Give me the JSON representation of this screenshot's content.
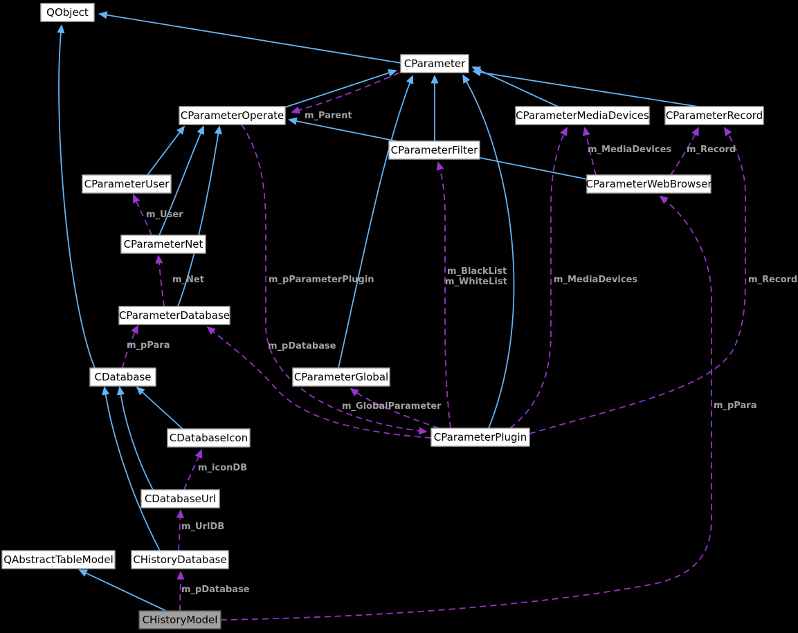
{
  "diagram_type": "class-collaboration-graph",
  "colors": {
    "background": "#000000",
    "inheritance_edge": "#63b4f6",
    "usage_edge": "#9a32cd",
    "edge_label_text": "#a0a0a0",
    "node_fill": "#ffffff",
    "node_border": "#a8a8a8",
    "node_text": "#000000",
    "highlight_node_fill": "#a0a0a0",
    "highlight_node_border": "#565656"
  },
  "nodes": [
    {
      "id": "qobject",
      "label": "QObject"
    },
    {
      "id": "cparameter",
      "label": "CParameter"
    },
    {
      "id": "cparameteroperate",
      "label": "CParameterOperate"
    },
    {
      "id": "cparametermediadevices",
      "label": "CParameterMediaDevices"
    },
    {
      "id": "cparameterrecord",
      "label": "CParameterRecord"
    },
    {
      "id": "cparameterfilter",
      "label": "CParameterFilter"
    },
    {
      "id": "cparameteruser",
      "label": "CParameterUser"
    },
    {
      "id": "cparameterwebbrowser",
      "label": "CParameterWebBrowser"
    },
    {
      "id": "cparameternet",
      "label": "CParameterNet"
    },
    {
      "id": "cparameterdatabase",
      "label": "CParameterDatabase"
    },
    {
      "id": "cdatabase",
      "label": "CDatabase"
    },
    {
      "id": "cparameterglobal",
      "label": "CParameterGlobal"
    },
    {
      "id": "cdatabaseicon",
      "label": "CDatabaseIcon"
    },
    {
      "id": "cparameterplugin",
      "label": "CParameterPlugin"
    },
    {
      "id": "cdatabaseurl",
      "label": "CDatabaseUrl"
    },
    {
      "id": "qabstracttablemodel",
      "label": "QAbstractTableModel"
    },
    {
      "id": "chistorydatabase",
      "label": "CHistoryDatabase"
    },
    {
      "id": "chistorymodel",
      "label": "CHistoryModel",
      "highlighted": true
    }
  ],
  "edge_labels": [
    {
      "text": "m_Parent"
    },
    {
      "text": "m_MediaDevices"
    },
    {
      "text": "m_Record"
    },
    {
      "text": "m_User"
    },
    {
      "text": "m_Net"
    },
    {
      "text": "m_pParameterPlugin"
    },
    {
      "text": "m_BlackList"
    },
    {
      "text": "m_WhiteList"
    },
    {
      "text": "m_MediaDevices"
    },
    {
      "text": "m_Record"
    },
    {
      "text": "m_pPara"
    },
    {
      "text": "m_pDatabase"
    },
    {
      "text": "m_GlobalParameter"
    },
    {
      "text": "m_pPara"
    },
    {
      "text": "m_iconDB"
    },
    {
      "text": "m_UrlDB"
    },
    {
      "text": "m_pDatabase"
    }
  ],
  "edges": [
    {
      "from": "CParameter",
      "to": "QObject",
      "type": "inheritance"
    },
    {
      "from": "CDatabase",
      "to": "QObject",
      "type": "inheritance"
    },
    {
      "from": "CParameterOperate",
      "to": "CParameter",
      "type": "inheritance"
    },
    {
      "from": "CParameterFilter",
      "to": "CParameter",
      "type": "inheritance"
    },
    {
      "from": "CParameterGlobal",
      "to": "CParameter",
      "type": "inheritance"
    },
    {
      "from": "CParameterPlugin",
      "to": "CParameter",
      "type": "inheritance"
    },
    {
      "from": "CParameterMediaDevices",
      "to": "CParameter",
      "type": "inheritance"
    },
    {
      "from": "CParameterRecord",
      "to": "CParameter",
      "type": "inheritance"
    },
    {
      "from": "CParameterUser",
      "to": "CParameterOperate",
      "type": "inheritance"
    },
    {
      "from": "CParameterNet",
      "to": "CParameterOperate",
      "type": "inheritance"
    },
    {
      "from": "CParameterDatabase",
      "to": "CParameterOperate",
      "type": "inheritance"
    },
    {
      "from": "CParameterWebBrowser",
      "to": "CParameterOperate",
      "type": "inheritance"
    },
    {
      "from": "CDatabaseIcon",
      "to": "CDatabase",
      "type": "inheritance"
    },
    {
      "from": "CDatabaseUrl",
      "to": "CDatabase",
      "type": "inheritance"
    },
    {
      "from": "CHistoryDatabase",
      "to": "CDatabase",
      "type": "inheritance"
    },
    {
      "from": "CHistoryModel",
      "to": "QAbstractTableModel",
      "type": "inheritance"
    },
    {
      "from": "CParameter",
      "to": "CParameterOperate",
      "type": "usage",
      "label": "m_Parent"
    },
    {
      "from": "CParameterNet",
      "to": "CParameterUser",
      "type": "usage",
      "label": "m_User"
    },
    {
      "from": "CParameterDatabase",
      "to": "CParameterNet",
      "type": "usage",
      "label": "m_Net"
    },
    {
      "from": "CDatabase",
      "to": "CParameterDatabase",
      "type": "usage",
      "label": "m_pPara"
    },
    {
      "from": "CParameterOperate",
      "to": "CParameterPlugin",
      "type": "usage",
      "label": "m_pParameterPlugin"
    },
    {
      "from": "CParameterPlugin",
      "to": "CParameterDatabase",
      "type": "usage",
      "label": "m_pDatabase"
    },
    {
      "from": "CParameterPlugin",
      "to": "CParameterGlobal",
      "type": "usage",
      "label": "m_GlobalParameter"
    },
    {
      "from": "CParameterPlugin",
      "to": "CParameterFilter",
      "type": "usage",
      "label": "m_BlackList m_WhiteList"
    },
    {
      "from": "CParameterPlugin",
      "to": "CParameterMediaDevices",
      "type": "usage",
      "label": "m_MediaDevices"
    },
    {
      "from": "CParameterWebBrowser",
      "to": "CParameterMediaDevices",
      "type": "usage",
      "label": "m_MediaDevices"
    },
    {
      "from": "CParameterWebBrowser",
      "to": "CParameterRecord",
      "type": "usage",
      "label": "m_Record"
    },
    {
      "from": "CParameterPlugin",
      "to": "CParameterRecord",
      "type": "usage",
      "label": "m_Record"
    },
    {
      "from": "CHistoryModel",
      "to": "CParameterWebBrowser",
      "type": "usage",
      "label": "m_pPara"
    },
    {
      "from": "CDatabaseUrl",
      "to": "CDatabaseIcon",
      "type": "usage",
      "label": "m_iconDB"
    },
    {
      "from": "CHistoryDatabase",
      "to": "CDatabaseUrl",
      "type": "usage",
      "label": "m_UrlDB"
    },
    {
      "from": "CHistoryModel",
      "to": "CHistoryDatabase",
      "type": "usage",
      "label": "m_pDatabase"
    }
  ]
}
